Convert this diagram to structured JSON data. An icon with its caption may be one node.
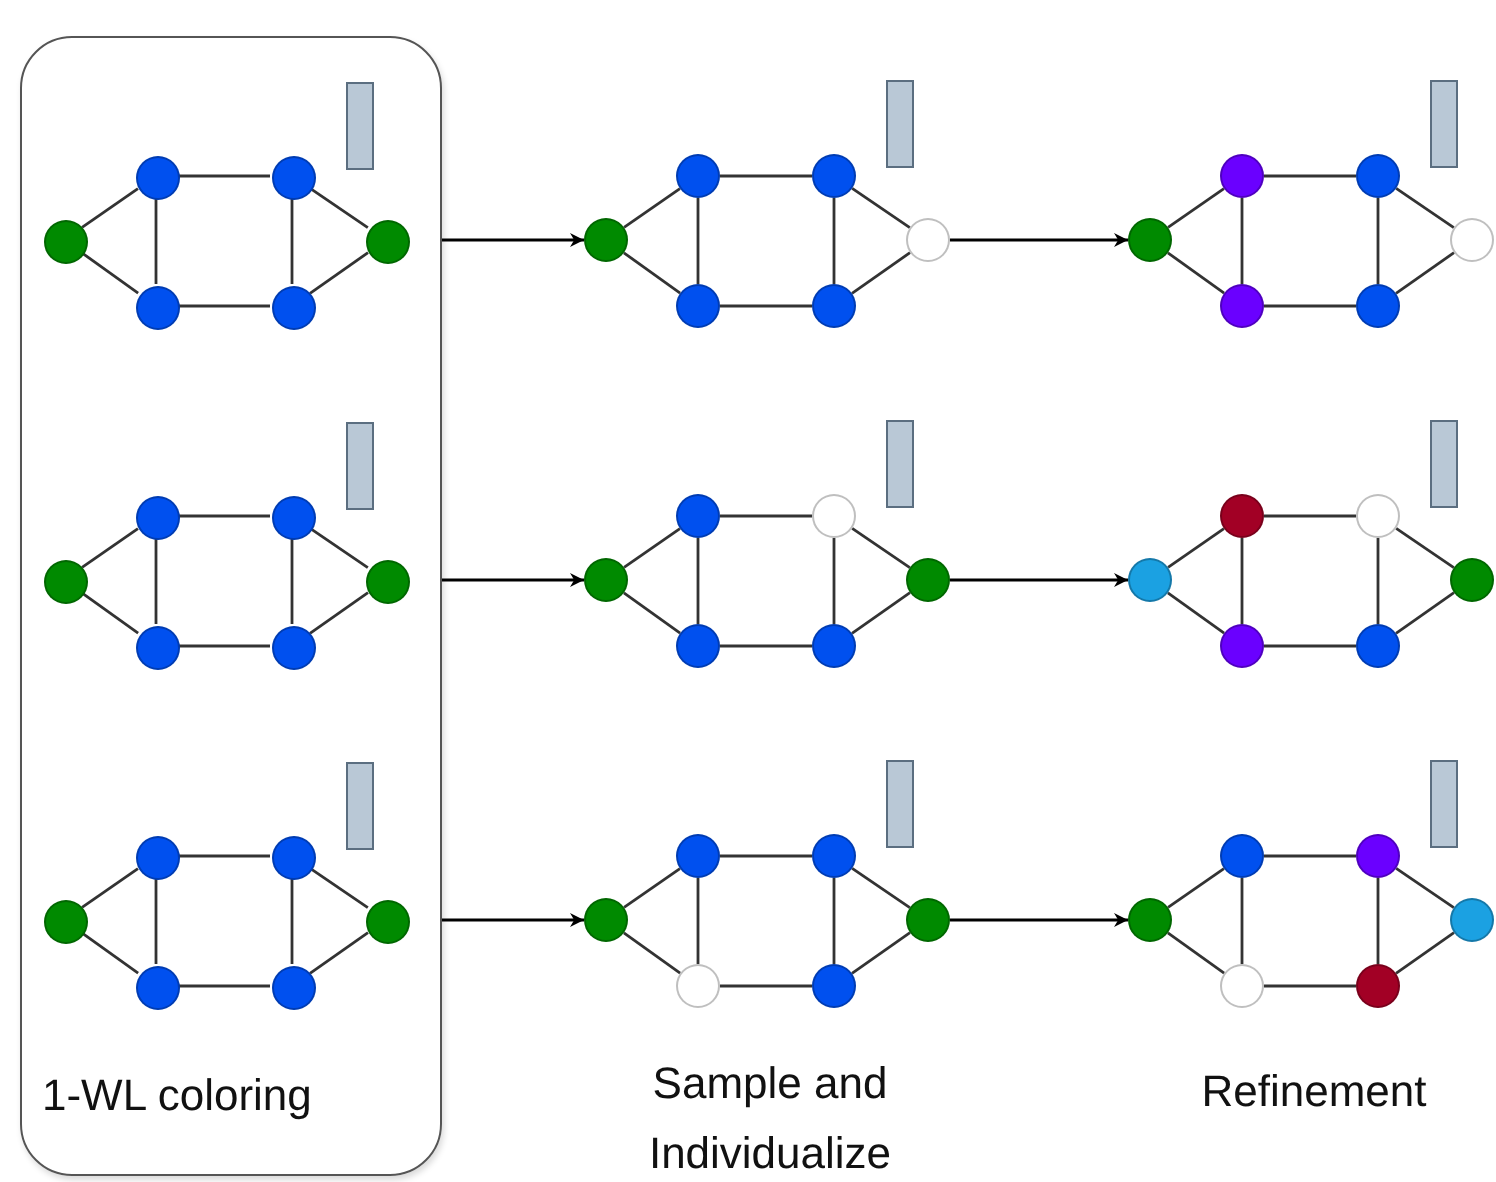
{
  "diagram": {
    "nodes": [
      {
        "text": [
          "1-WL coloring"
        ]
      },
      {
        "text": [],
        "shape": "bar",
        "in": 0
      },
      {
        "text": [],
        "shape": "circle",
        "in": 0
      },
      {
        "text": [],
        "shape": "circle",
        "in": 0
      },
      {
        "text": [],
        "shape": "circle",
        "in": 0
      },
      {
        "text": [],
        "shape": "circle",
        "in": 0
      },
      {
        "text": [],
        "shape": "circle",
        "in": 0
      },
      {
        "text": [],
        "shape": "circle",
        "in": 0
      },
      {
        "text": [],
        "shape": "bar"
      },
      {
        "text": [],
        "shape": "circle"
      },
      {
        "text": [],
        "shape": "circle"
      },
      {
        "text": [],
        "shape": "circle"
      },
      {
        "text": [],
        "shape": "circle"
      },
      {
        "text": [],
        "shape": "circle"
      },
      {
        "text": [],
        "shape": "circle"
      },
      {
        "text": [],
        "shape": "bar"
      },
      {
        "text": [],
        "shape": "circle"
      },
      {
        "text": [],
        "shape": "circle"
      },
      {
        "text": [],
        "shape": "circle"
      },
      {
        "text": [],
        "shape": "circle"
      },
      {
        "text": [],
        "shape": "circle"
      },
      {
        "text": [],
        "shape": "circle"
      },
      {
        "text": [],
        "shape": "bar",
        "in": 0
      },
      {
        "text": [],
        "shape": "circle",
        "in": 0
      },
      {
        "text": [],
        "shape": "circle",
        "in": 0
      },
      {
        "text": [],
        "shape": "circle",
        "in": 0
      },
      {
        "text": [],
        "shape": "circle",
        "in": 0
      },
      {
        "text": [],
        "shape": "circle",
        "in": 0
      },
      {
        "text": [],
        "shape": "circle",
        "in": 0
      },
      {
        "text": [],
        "shape": "bar"
      },
      {
        "text": [],
        "shape": "circle"
      },
      {
        "text": [],
        "shape": "circle"
      },
      {
        "text": [],
        "shape": "circle"
      },
      {
        "text": [],
        "shape": "circle"
      },
      {
        "text": [],
        "shape": "circle"
      },
      {
        "text": [],
        "shape": "circle"
      },
      {
        "text": [],
        "shape": "bar"
      },
      {
        "text": [],
        "shape": "circle"
      },
      {
        "text": [],
        "shape": "circle"
      },
      {
        "text": [],
        "shape": "circle"
      },
      {
        "text": [],
        "shape": "circle"
      },
      {
        "text": [],
        "shape": "circle"
      },
      {
        "text": [],
        "shape": "circle"
      },
      {
        "text": [],
        "shape": "bar",
        "in": 0
      },
      {
        "text": [],
        "shape": "circle",
        "in": 0
      },
      {
        "text": [],
        "shape": "circle",
        "in": 0
      },
      {
        "text": [],
        "shape": "circle",
        "in": 0
      },
      {
        "text": [],
        "shape": "circle",
        "in": 0
      },
      {
        "text": [],
        "shape": "circle",
        "in": 0
      },
      {
        "text": [],
        "shape": "circle",
        "in": 0
      },
      {
        "text": [],
        "shape": "bar"
      },
      {
        "text": [],
        "shape": "circle"
      },
      {
        "text": [],
        "shape": "circle"
      },
      {
        "text": [],
        "shape": "circle"
      },
      {
        "text": [],
        "shape": "circle"
      },
      {
        "text": [],
        "shape": "circle"
      },
      {
        "text": [],
        "shape": "circle"
      },
      {
        "text": [],
        "shape": "bar"
      },
      {
        "text": [],
        "shape": "circle"
      },
      {
        "text": [],
        "shape": "circle"
      },
      {
        "text": [],
        "shape": "circle"
      },
      {
        "text": [],
        "shape": "circle"
      },
      {
        "text": [],
        "shape": "circle"
      },
      {
        "text": [],
        "shape": "circle"
      }
    ],
    "edges": [
      {
        "from": 2,
        "to": 3,
        "arrow": "none"
      },
      {
        "from": 2,
        "to": 5,
        "arrow": "none"
      },
      {
        "from": 3,
        "to": 4,
        "arrow": "none"
      },
      {
        "from": 5,
        "to": 6,
        "arrow": "none"
      },
      {
        "from": 3,
        "to": 5,
        "arrow": "none"
      },
      {
        "from": 4,
        "to": 6,
        "arrow": "none"
      },
      {
        "from": 4,
        "to": 7,
        "arrow": "none"
      },
      {
        "from": 6,
        "to": 7,
        "arrow": "none"
      },
      {
        "from": 9,
        "to": 10,
        "arrow": "none"
      },
      {
        "from": 9,
        "to": 12,
        "arrow": "none"
      },
      {
        "from": 10,
        "to": 11,
        "arrow": "none"
      },
      {
        "from": 12,
        "to": 13,
        "arrow": "none"
      },
      {
        "from": 10,
        "to": 12,
        "arrow": "none"
      },
      {
        "from": 11,
        "to": 13,
        "arrow": "none"
      },
      {
        "from": 11,
        "to": 14,
        "arrow": "none"
      },
      {
        "from": 13,
        "to": 14,
        "arrow": "none"
      },
      {
        "from": 16,
        "to": 17,
        "arrow": "none"
      },
      {
        "from": 16,
        "to": 19,
        "arrow": "none"
      },
      {
        "from": 17,
        "to": 18,
        "arrow": "none"
      },
      {
        "from": 19,
        "to": 20,
        "arrow": "none"
      },
      {
        "from": 17,
        "to": 19,
        "arrow": "none"
      },
      {
        "from": 18,
        "to": 20,
        "arrow": "none"
      },
      {
        "from": 18,
        "to": 21,
        "arrow": "none"
      },
      {
        "from": 20,
        "to": 21,
        "arrow": "none"
      },
      {
        "from": 23,
        "to": 24,
        "arrow": "none"
      },
      {
        "from": 23,
        "to": 26,
        "arrow": "none"
      },
      {
        "from": 24,
        "to": 25,
        "arrow": "none"
      },
      {
        "from": 26,
        "to": 27,
        "arrow": "none"
      },
      {
        "from": 24,
        "to": 26,
        "arrow": "none"
      },
      {
        "from": 25,
        "to": 27,
        "arrow": "none"
      },
      {
        "from": 25,
        "to": 28,
        "arrow": "none"
      },
      {
        "from": 27,
        "to": 28,
        "arrow": "none"
      },
      {
        "from": 30,
        "to": 31,
        "arrow": "none"
      },
      {
        "from": 30,
        "to": 33,
        "arrow": "none"
      },
      {
        "from": 31,
        "to": 32,
        "arrow": "none"
      },
      {
        "from": 33,
        "to": 34,
        "arrow": "none"
      },
      {
        "from": 31,
        "to": 33,
        "arrow": "none"
      },
      {
        "from": 32,
        "to": 34,
        "arrow": "none"
      },
      {
        "from": 32,
        "to": 35,
        "arrow": "none"
      },
      {
        "from": 34,
        "to": 35,
        "arrow": "none"
      },
      {
        "from": 37,
        "to": 38,
        "arrow": "none"
      },
      {
        "from": 37,
        "to": 40,
        "arrow": "none"
      },
      {
        "from": 38,
        "to": 39,
        "arrow": "none"
      },
      {
        "from": 40,
        "to": 41,
        "arrow": "none"
      },
      {
        "from": 38,
        "to": 40,
        "arrow": "none"
      },
      {
        "from": 39,
        "to": 41,
        "arrow": "none"
      },
      {
        "from": 39,
        "to": 42,
        "arrow": "none"
      },
      {
        "from": 41,
        "to": 42,
        "arrow": "none"
      },
      {
        "from": 44,
        "to": 45,
        "arrow": "none"
      },
      {
        "from": 44,
        "to": 47,
        "arrow": "none"
      },
      {
        "from": 45,
        "to": 46,
        "arrow": "none"
      },
      {
        "from": 47,
        "to": 48,
        "arrow": "none"
      },
      {
        "from": 45,
        "to": 47,
        "arrow": "none"
      },
      {
        "from": 46,
        "to": 48,
        "arrow": "none"
      },
      {
        "from": 46,
        "to": 49,
        "arrow": "none"
      },
      {
        "from": 48,
        "to": 49,
        "arrow": "none"
      },
      {
        "from": 51,
        "to": 52,
        "arrow": "none"
      },
      {
        "from": 51,
        "to": 54,
        "arrow": "none"
      },
      {
        "from": 52,
        "to": 53,
        "arrow": "none"
      },
      {
        "from": 54,
        "to": 55,
        "arrow": "none"
      },
      {
        "from": 52,
        "to": 54,
        "arrow": "none"
      },
      {
        "from": 53,
        "to": 55,
        "arrow": "none"
      },
      {
        "from": 53,
        "to": 56,
        "arrow": "none"
      },
      {
        "from": 55,
        "to": 56,
        "arrow": "none"
      },
      {
        "from": 58,
        "to": 59,
        "arrow": "none"
      },
      {
        "from": 58,
        "to": 61,
        "arrow": "none"
      },
      {
        "from": 59,
        "to": 60,
        "arrow": "none"
      },
      {
        "from": 61,
        "to": 62,
        "arrow": "none"
      },
      {
        "from": 59,
        "to": 61,
        "arrow": "none"
      },
      {
        "from": 60,
        "to": 62,
        "arrow": "none"
      },
      {
        "from": 60,
        "to": 63,
        "arrow": "none"
      },
      {
        "from": 62,
        "to": 63,
        "arrow": "none"
      },
      {
        "from": 0,
        "to": 9,
        "arrow": "to"
      },
      {
        "from": 0,
        "to": 30,
        "arrow": "to"
      },
      {
        "from": 0,
        "to": 51,
        "arrow": "to"
      },
      {
        "from": 14,
        "to": 16,
        "arrow": "to"
      },
      {
        "from": 35,
        "to": 37,
        "arrow": "to"
      },
      {
        "from": 56,
        "to": 58,
        "arrow": "to"
      }
    ],
    "labels": [
      "Sample and Individualize",
      "Refinement"
    ]
  }
}
